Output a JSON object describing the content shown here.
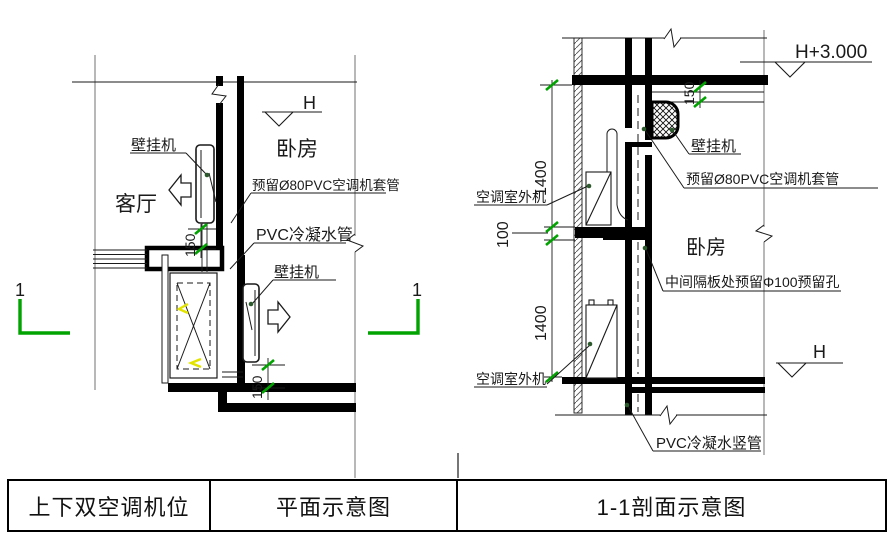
{
  "table": {
    "cells": [
      "上下双空调机位",
      "平面示意图",
      "1-1剖面示意图"
    ]
  },
  "plan": {
    "labels": {
      "living_room": "客厅",
      "bedroom": "卧房",
      "elevation": "H",
      "wall_unit_top": "壁挂机",
      "wall_unit_bottom": "壁挂机",
      "sleeve": "预留Ø80PVC空调机套管",
      "drain": "PVC冷凝水管",
      "dim_150": "150",
      "section_mark": "1"
    }
  },
  "section": {
    "labels": {
      "elevation_top": "H+3.000",
      "elevation_bottom": "H",
      "wall_unit": "壁挂机",
      "sleeve": "预留Ø80PVC空调机套管",
      "bedroom": "卧房",
      "mid_hole": "中间隔板处预留Φ100预留孔",
      "outdoor_unit_top": "空调室外机",
      "outdoor_unit_bottom": "空调室外机",
      "drain_riser": "PVC冷凝水竖管",
      "dim_150": "150",
      "dim_1400": "1400",
      "dim_100": "100"
    }
  },
  "colors": {
    "line": "#1a1a1a",
    "grid": "#9a9a9a",
    "tick_green": "#00a300",
    "highlight_yellow": "#e3e300"
  }
}
